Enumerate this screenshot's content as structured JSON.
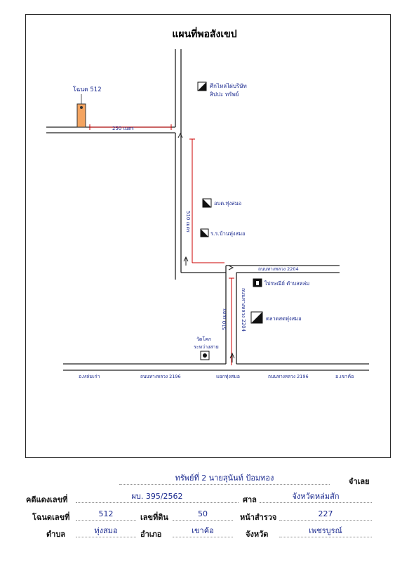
{
  "map": {
    "title": "แผนที่พอสังเขป",
    "plot_label": "โฉนด 512",
    "road_top_label": "250 เมตร",
    "road_top_vertical_label": "510 เมตร",
    "lower_vertical_label": "510 เมตร",
    "lower_road_label": "ถนนทางหลวง 2204",
    "top_right_road_label": "ถนนทางหลวง 2204",
    "landmarks": {
      "top_right": "ศึกไหล่ไผ่บริษัท\nสิปปะ ทรัพย์",
      "middle": "อบต.ทุ่งสมอ",
      "lower_middle": "ร.ร.บ้านทุ่งสมอ",
      "right_upper": "ไปรษณีย์ ตำบลหล่ม",
      "right_lower": "ตลาดสดทุ่งสมอ",
      "temple": "วัดโคก\nระหว่างสาย"
    },
    "bottom_road": {
      "left_end": "อ.หล่มเก่า",
      "left_label": "ถนนทางหลวง 2196",
      "junction": "แยกทุ่งสมอ",
      "right_label": "ถนนทางหลวง 2196",
      "right_end": "อ.เขาค้อ"
    }
  },
  "form": {
    "line1_value": "ทรัพย์ที่ 2 นายสุนันท์ ป้อมทอง",
    "line1_suffix": "จำเลย",
    "red_case_label": "คดีแดงเลขที่",
    "red_case_value": "ผบ. 395/2562",
    "court_label": "ศาล",
    "court_value": "จังหวัดหล่มสัก",
    "deed_label": "โฉนดเลขที่",
    "deed_value": "512",
    "land_no_label": "เลขที่ดิน",
    "land_no_value": "50",
    "survey_label": "หน้าสำรวจ",
    "survey_value": "227",
    "subdistrict_label": "ตำบล",
    "subdistrict_value": "ทุ่งสมอ",
    "district_label": "อำเภอ",
    "district_value": "เขาค้อ",
    "province_label": "จังหวัด",
    "province_value": "เพชรบูรณ์"
  }
}
